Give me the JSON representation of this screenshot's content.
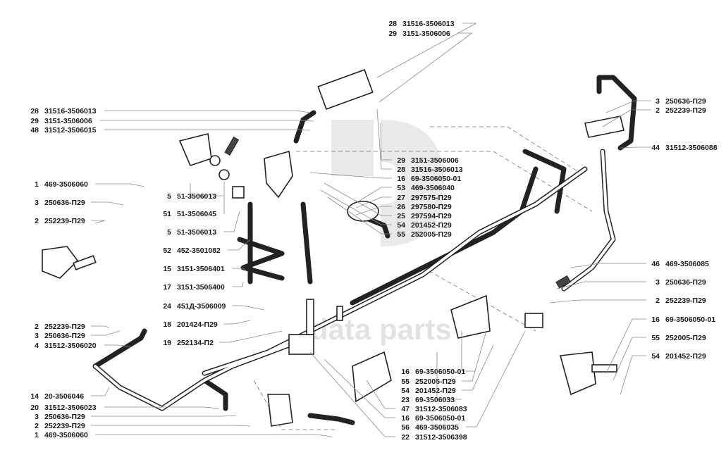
{
  "watermark": "data parts",
  "callouts": {
    "top": [
      {
        "num": "28",
        "code": "31516-3506013"
      },
      {
        "num": "29",
        "code": "3151-3506006"
      }
    ],
    "left_top": [
      {
        "num": "28",
        "code": "31516-3506013"
      },
      {
        "num": "29",
        "code": "3151-3506006"
      },
      {
        "num": "48",
        "code": "31512-3506015"
      }
    ],
    "left_upper": [
      {
        "num": "1",
        "code": "469-3506060"
      },
      {
        "num": "3",
        "code": "250636-П29"
      },
      {
        "num": "2",
        "code": "252239-П29"
      }
    ],
    "center_column": [
      {
        "num": "5",
        "code": "51-3506013"
      },
      {
        "num": "51",
        "code": "51-3506045"
      },
      {
        "num": "5",
        "code": "51-3506013"
      },
      {
        "num": "52",
        "code": "452-3501082"
      },
      {
        "num": "15",
        "code": "3151-3506401"
      },
      {
        "num": "17",
        "code": "3151-3506400"
      },
      {
        "num": "24",
        "code": "451Д-3506009"
      },
      {
        "num": "18",
        "code": "201424-П29"
      },
      {
        "num": "19",
        "code": "252134-П2"
      }
    ],
    "left_middle": [
      {
        "num": "2",
        "code": "252239-П29"
      },
      {
        "num": "3",
        "code": "250636-П29"
      },
      {
        "num": "4",
        "code": "31512-3506020"
      }
    ],
    "left_bottom": [
      {
        "num": "14",
        "code": "20-3506046"
      },
      {
        "num": "20",
        "code": "31512-3506023"
      },
      {
        "num": "3",
        "code": "250636-П29"
      },
      {
        "num": "2",
        "code": "252239-П29"
      },
      {
        "num": "1",
        "code": "469-3506060"
      }
    ],
    "middle": [
      {
        "num": "29",
        "code": "3151-3506006"
      },
      {
        "num": "28",
        "code": "31516-3506013"
      },
      {
        "num": "16",
        "code": "69-3506050-01"
      },
      {
        "num": "53",
        "code": "469-3506040"
      },
      {
        "num": "27",
        "code": "297575-П29"
      },
      {
        "num": "26",
        "code": "297580-П29"
      },
      {
        "num": "25",
        "code": "297594-П29"
      },
      {
        "num": "54",
        "code": "201452-П29"
      },
      {
        "num": "55",
        "code": "252005-П29"
      }
    ],
    "bottom_middle": [
      {
        "num": "16",
        "code": "69-3506050-01"
      },
      {
        "num": "55",
        "code": "252005-П29"
      },
      {
        "num": "54",
        "code": "201452-П29"
      },
      {
        "num": "23",
        "code": "69-3506033"
      },
      {
        "num": "47",
        "code": "31512-3506083"
      },
      {
        "num": "16",
        "code": "69-3506050-01"
      },
      {
        "num": "56",
        "code": "469-3506035"
      },
      {
        "num": "22",
        "code": "31512-3506398"
      }
    ],
    "right_top": [
      {
        "num": "3",
        "code": "250636-П29"
      },
      {
        "num": "2",
        "code": "252239-П29"
      },
      {
        "num": "44",
        "code": "31512-3506088"
      }
    ],
    "right_bottom": [
      {
        "num": "46",
        "code": "469-3506085"
      },
      {
        "num": "3",
        "code": "250636-П29"
      },
      {
        "num": "2",
        "code": "252239-П29"
      },
      {
        "num": "16",
        "code": "69-3506050-01"
      },
      {
        "num": "55",
        "code": "252005-П29"
      },
      {
        "num": "54",
        "code": "201452-П29"
      }
    ]
  }
}
